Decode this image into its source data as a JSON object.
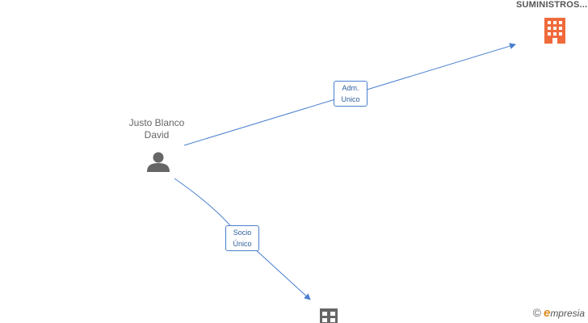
{
  "nodes": {
    "person": {
      "name_line1": "Justo Blanco",
      "name_line2": "David",
      "icon": "person-icon"
    },
    "company_top": {
      "name": "SUMINISTROS...",
      "icon": "building-icon",
      "color": "#f06a3b"
    },
    "company_bottom": {
      "icon": "building-icon",
      "color": "#666666"
    }
  },
  "edges": [
    {
      "from": "person",
      "to": "company_top",
      "label_line1": "Adm.",
      "label_line2": "Unico"
    },
    {
      "from": "person",
      "to": "company_bottom",
      "label_line1": "Socio",
      "label_line2": "Único"
    }
  ],
  "colors": {
    "edge": "#4a7fcf",
    "edge_label_text": "#2f5f9f",
    "person_icon": "#666666"
  },
  "branding": {
    "copyright_symbol": "©",
    "brand_initial": "e",
    "brand_rest": "mpresia"
  }
}
